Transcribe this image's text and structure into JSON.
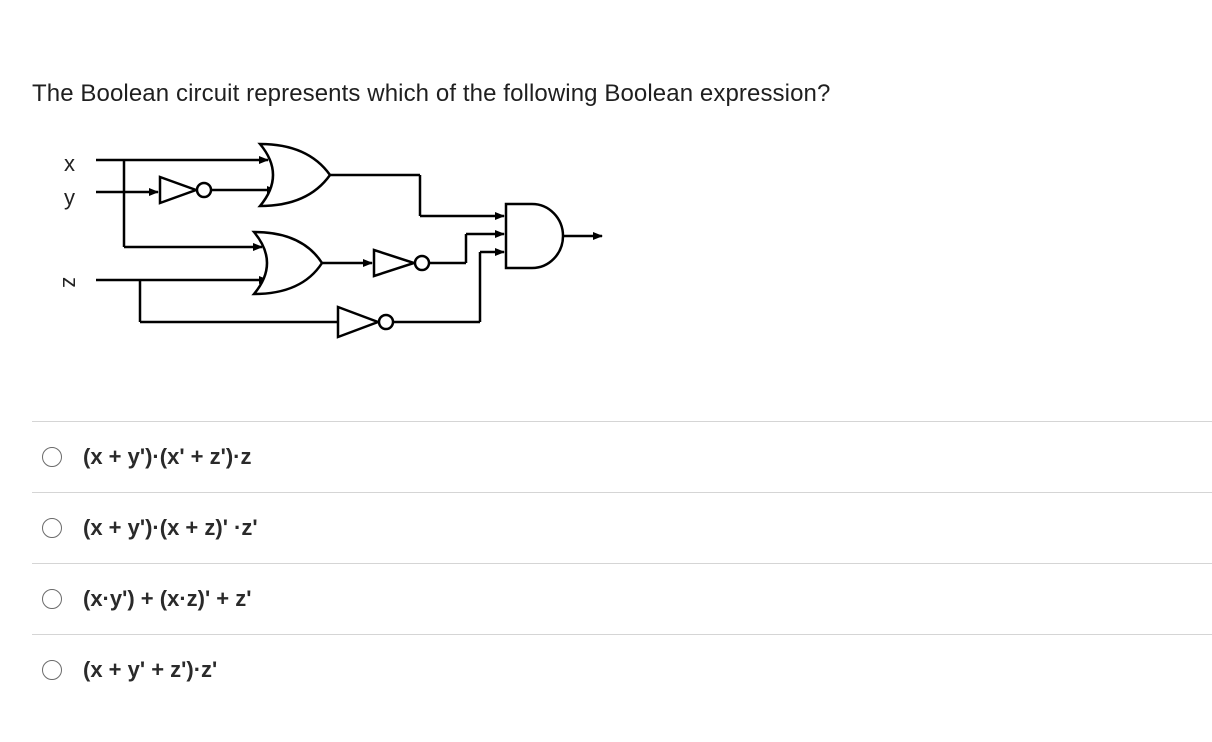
{
  "question": {
    "text": "The Boolean circuit represents which of the following Boolean expression?"
  },
  "circuit": {
    "inputs": [
      "x",
      "y",
      "z"
    ],
    "gates": [
      "or-gate",
      "or-gate",
      "and-gate",
      "not-gate",
      "not-gate",
      "not-gate"
    ]
  },
  "options": [
    {
      "label": "(x + y')·(x' + z')·z"
    },
    {
      "label": "(x + y')·(x + z)' ·z'"
    },
    {
      "label": "(x·y') + (x·z)' + z'"
    },
    {
      "label": "(x + y' + z')·z'"
    }
  ]
}
